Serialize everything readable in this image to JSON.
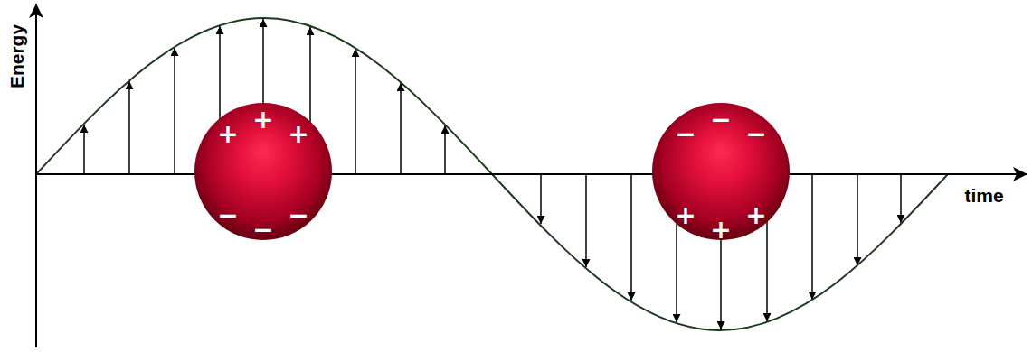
{
  "diagram": {
    "nodes": [
      {
        "text": [
          "+",
          "+",
          "+",
          "−",
          "−",
          "−"
        ]
      },
      {
        "text": [
          "−",
          "−",
          "−",
          "+",
          "+",
          "+"
        ]
      }
    ],
    "labels": [
      "Energy",
      "time"
    ]
  }
}
